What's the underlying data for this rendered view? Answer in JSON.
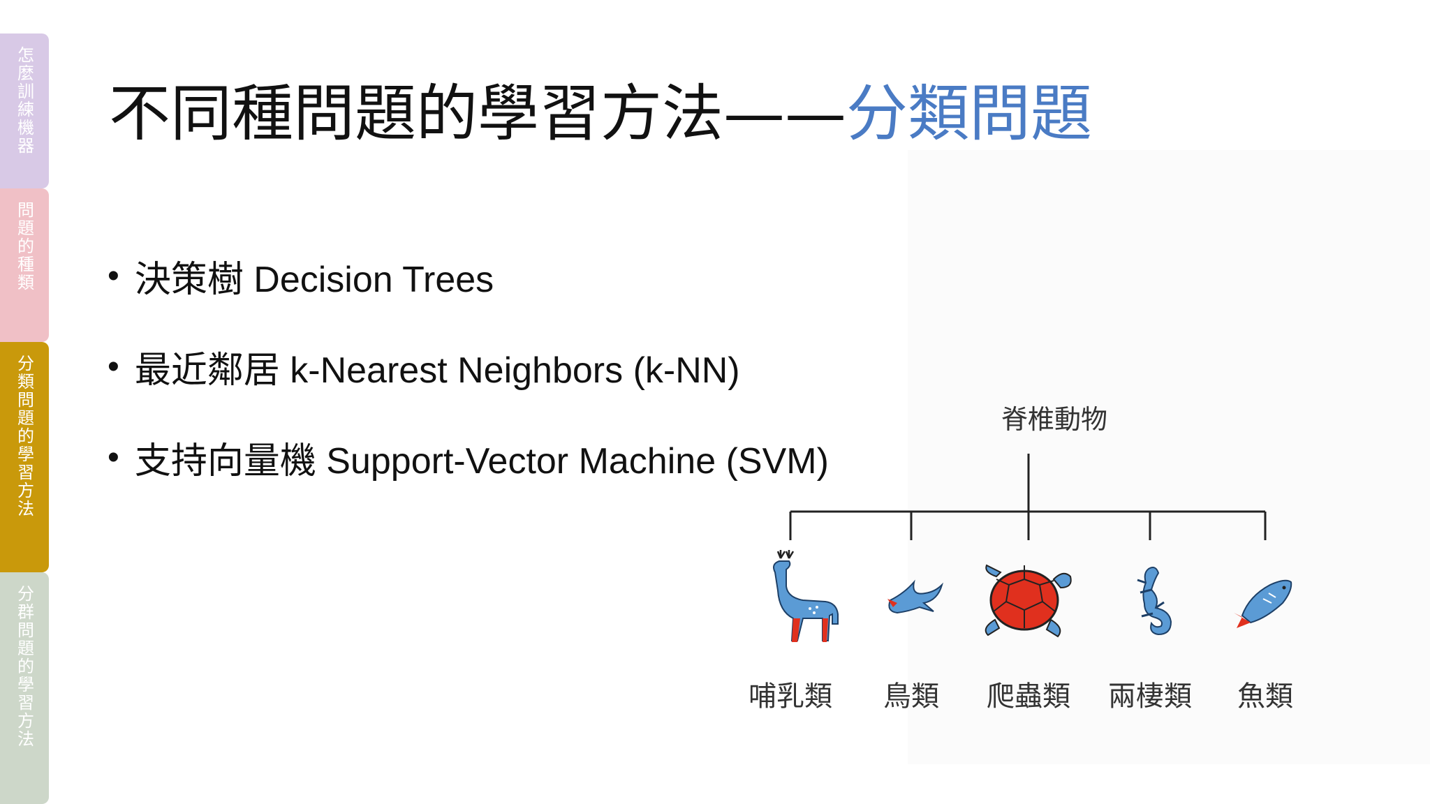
{
  "sidebar": {
    "tabs": [
      {
        "label": "怎麼訓練機器"
      },
      {
        "label": "問題的種類"
      },
      {
        "label": "分類問題的學習方法"
      },
      {
        "label": "分群問題的學習方法"
      }
    ]
  },
  "title": {
    "main": "不同種問題的學習方法——",
    "accent": "分類問題"
  },
  "bullets": [
    {
      "label": "決策樹 Decision Trees"
    },
    {
      "label": "最近鄰居 k-Nearest Neighbors (k-NN)"
    },
    {
      "label": "支持向量機 Support-Vector Machine (SVM)"
    }
  ],
  "diagram": {
    "root": "脊椎動物",
    "leaves": [
      {
        "label": "哺乳類",
        "icon": "deer-icon"
      },
      {
        "label": "鳥類",
        "icon": "swallow-icon"
      },
      {
        "label": "爬蟲類",
        "icon": "turtle-icon"
      },
      {
        "label": "兩棲類",
        "icon": "salamander-icon"
      },
      {
        "label": "魚類",
        "icon": "fish-icon"
      }
    ],
    "colors": {
      "blue": "#5b9bd5",
      "red": "#e0301e",
      "line": "#222222"
    }
  },
  "colors": {
    "title_accent": "#4a7bc4",
    "tab_1": "#d8c9e6",
    "tab_2": "#f0c0c6",
    "tab_3": "#c9990b",
    "tab_4": "#cdd7c9"
  }
}
